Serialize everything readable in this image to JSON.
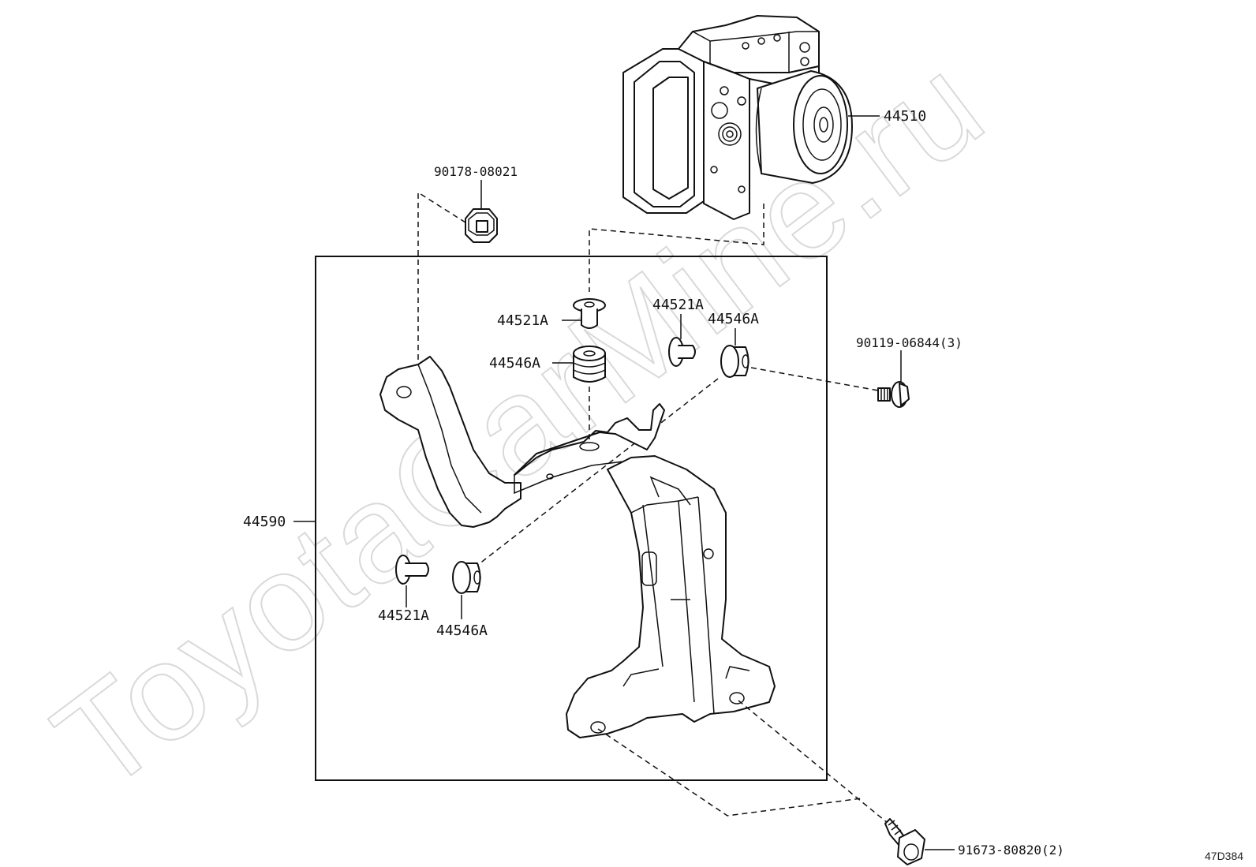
{
  "watermark": "ToyotaCarMine.ru",
  "diagram_id": "47D384",
  "labels": {
    "abs_actuator": "44510",
    "nut_top": "90178-08021",
    "bracket": "44590",
    "collar_center": "44521A",
    "cushion_center": "44546A",
    "collar_right": "44521A",
    "cushion_right": "44546A",
    "bolt_right": "90119-06844(3)",
    "collar_lower": "44521A",
    "cushion_lower": "44546A",
    "bolt_bottom": "91673-80820(2)"
  }
}
